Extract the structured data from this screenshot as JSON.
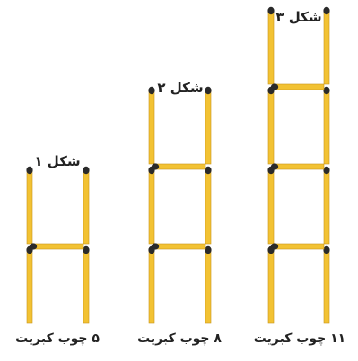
{
  "figures": [
    {
      "title": "شکل ۱",
      "caption": "۵ چوب کبریت",
      "levels": 2,
      "matches": 5
    },
    {
      "title": "شکل ۲",
      "caption": "۸ چوب کبریت",
      "levels": 3,
      "matches": 8
    },
    {
      "title": "شکل ۳",
      "caption": "۱۱ چوب کبریت",
      "levels": 4,
      "matches": 11
    }
  ],
  "colors": {
    "stick": "#f2c233",
    "stick_edge": "#c9951b",
    "head": "#2a2a2a"
  }
}
